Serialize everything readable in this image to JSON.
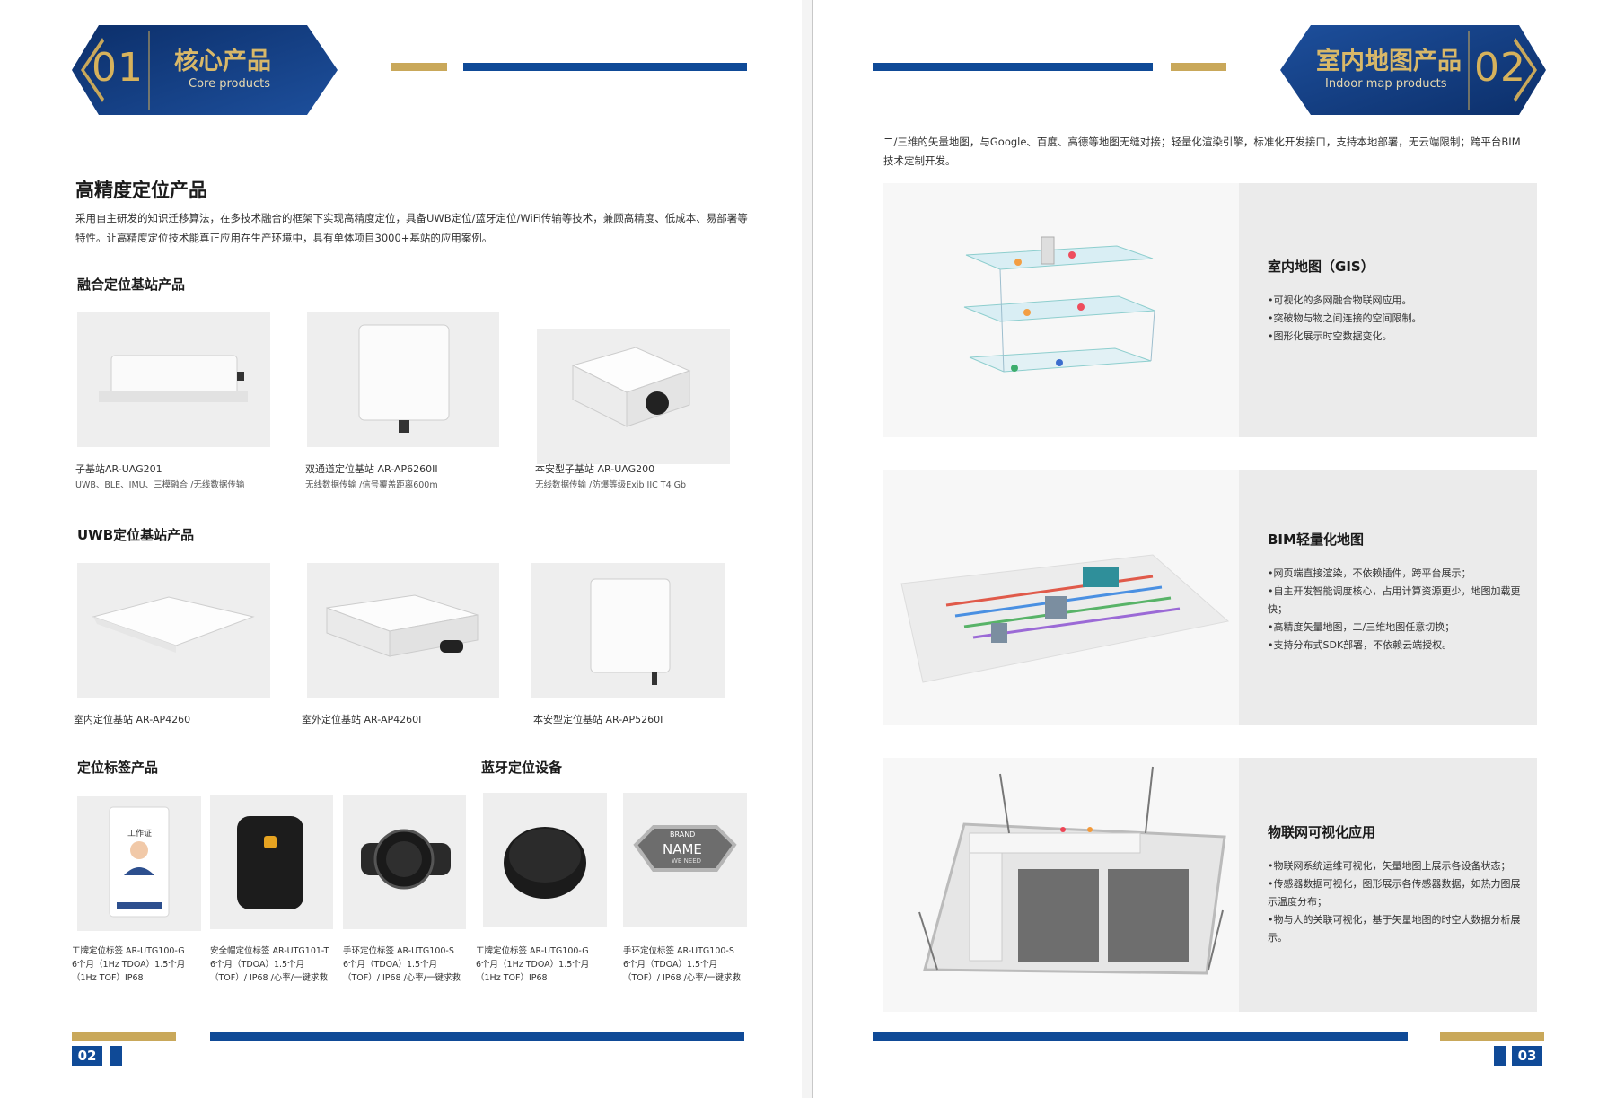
{
  "left": {
    "badge": {
      "num": "01",
      "title": "核心产品",
      "subtitle": "Core products"
    },
    "heading": "高精度定位产品",
    "intro": "采用自主研发的知识迁移算法，在多技术融合的框架下实现高精度定位，具备UWB定位/蓝牙定位/WiFi传输等技术，兼顾高精度、低成本、易部署等特性。让高精度定位技术能真正应用在生产环境中，具有单体项目3000+基站的应用案例。",
    "section1": {
      "title": "融合定位基站产品",
      "items": [
        {
          "name": "子基站AR-UAG201",
          "desc": "UWB、BLE、IMU、三模融合 /无线数据传输"
        },
        {
          "name": "双通道定位基站 AR-AP6260II",
          "desc": "无线数据传输 /信号覆盖距离600m"
        },
        {
          "name": "本安型子基站 AR-UAG200",
          "desc": "无线数据传输 /防爆等级Exib IIC T4 Gb"
        }
      ]
    },
    "section2": {
      "title": "UWB定位基站产品",
      "items": [
        {
          "name": "室内定位基站 AR-AP4260"
        },
        {
          "name": "室外定位基站 AR-AP4260I"
        },
        {
          "name": "本安型定位基站 AR-AP5260I"
        }
      ]
    },
    "section3": {
      "title": "定位标签产品"
    },
    "section4": {
      "title": "蓝牙定位设备"
    },
    "tags": [
      {
        "name": "工牌定位标签 AR-UTG100-G",
        "desc": "6个月（1Hz TDOA）1.5个月（1Hz TOF）IP68"
      },
      {
        "name": "安全帽定位标签 AR-UTG101-T",
        "desc": "6个月（TDOA）1.5个月（TOF）/ IP68 /心率/一键求救"
      },
      {
        "name": "手环定位标签 AR-UTG100-S",
        "desc": "6个月（TDOA）1.5个月（TOF）/ IP68 /心率/一键求救"
      },
      {
        "name": "工牌定位标签 AR-UTG100-G",
        "desc": "6个月（1Hz TDOA）1.5个月（1Hz TOF）IP68"
      },
      {
        "name": "手环定位标签 AR-UTG100-S",
        "desc": "6个月（TDOA）1.5个月（TOF）/ IP68 /心率/一键求救"
      }
    ],
    "badge_card": {
      "title": "工作证",
      "text": "BRAND",
      "name": "NAME",
      "sub": "WE NEED"
    },
    "page_number": "02"
  },
  "right": {
    "badge": {
      "num": "02",
      "title": "室内地图产品",
      "subtitle": "Indoor map products"
    },
    "intro": "二/三维的矢量地图，与Google、百度、高德等地图无缝对接；轻量化渲染引擎，标准化开发接口，支持本地部署，无云端限制；跨平台BIM技术定制开发。",
    "panels": [
      {
        "title": "室内地图（GIS）",
        "bullets": [
          "•可视化的多网融合物联网应用。",
          "•突破物与物之间连接的空间限制。",
          "•图形化展示时空数据变化。"
        ]
      },
      {
        "title": "BIM轻量化地图",
        "bullets": [
          "•网页端直接渲染，不依赖插件，跨平台展示；",
          "•自主开发智能调度核心，占用计算资源更少，地图加载更快；",
          "•高精度矢量地图，二/三维地图任意切换；",
          "•支持分布式SDK部署，不依赖云端授权。"
        ]
      },
      {
        "title": "物联网可视化应用",
        "bullets": [
          "•物联网系统运维可视化，矢量地图上展示各设备状态；",
          "•传感器数据可视化，图形展示各传感器数据，如热力图展示温度分布；",
          "•物与人的关联可视化，基于矢量地图的时空大数据分析展示。"
        ]
      }
    ],
    "page_number": "03"
  }
}
